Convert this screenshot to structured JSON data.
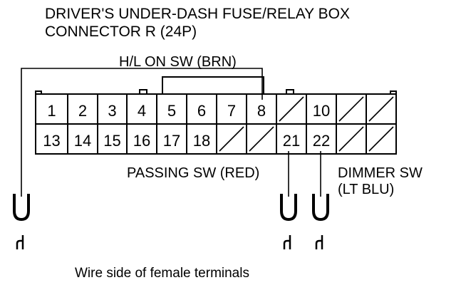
{
  "title": {
    "line1": "DRIVER'S UNDER-DASH FUSE/RELAY BOX",
    "line2": "CONNECTOR R (24P)"
  },
  "wire_labels": {
    "hl_on_sw": "H/L ON SW (BRN)",
    "passing_sw": "PASSING SW (RED)",
    "dimmer_sw_line1": "DIMMER SW",
    "dimmer_sw_line2": "(LT BLU)"
  },
  "caption": "Wire side of female terminals",
  "connector": {
    "row1": [
      "1",
      "2",
      "3",
      "4",
      "5",
      "6",
      "7",
      "8",
      "",
      "10",
      "",
      ""
    ],
    "row2": [
      "13",
      "14",
      "15",
      "16",
      "17",
      "18",
      "",
      "",
      "21",
      "22",
      "",
      ""
    ]
  },
  "colors": {
    "line": "#000000",
    "background": "#ffffff"
  }
}
